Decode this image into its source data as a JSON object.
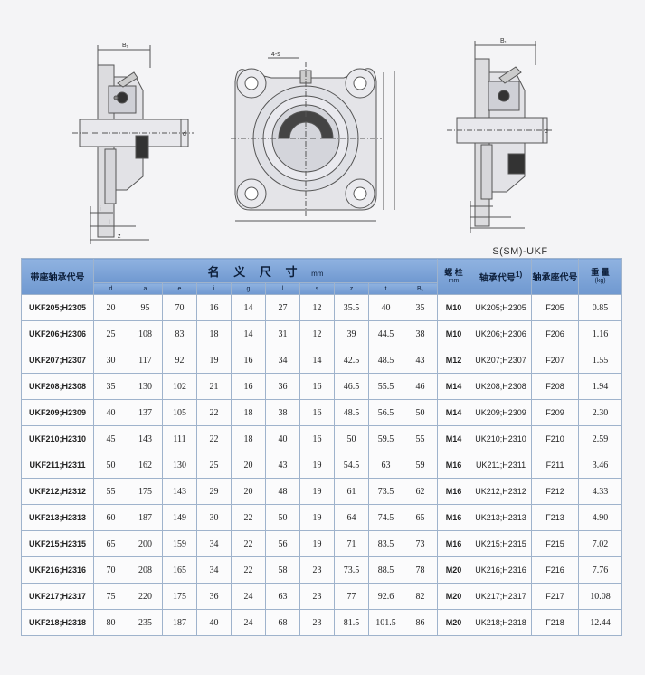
{
  "drawings": {
    "caption": "S(SM)-UKF",
    "labels": {
      "b1": "B₁",
      "hole": "4-s",
      "d": "d",
      "i": "i",
      "l": "l",
      "s_dim": "s",
      "z": "z",
      "g": "g"
    }
  },
  "table": {
    "col_model": "带座轴承代号",
    "dims_title": "名 义 尺 寸",
    "dims_unit": "mm",
    "bolt_title": "螺 栓",
    "bolt_unit": "mm",
    "insert_title": "轴承代号",
    "insert_note": "1)",
    "housing_title": "轴承座代号",
    "weight_title": "重 量",
    "weight_unit": "(kg)",
    "dim_cols": [
      "d",
      "a",
      "e",
      "i",
      "g",
      "l",
      "s",
      "z",
      "t",
      "B₁"
    ],
    "rows": [
      {
        "model": "UKF205;H2305",
        "dims": [
          "20",
          "95",
          "70",
          "16",
          "14",
          "27",
          "12",
          "35.5",
          "40",
          "35"
        ],
        "bolt": "M10",
        "insert": "UK205;H2305",
        "housing": "F205",
        "weight": "0.85"
      },
      {
        "model": "UKF206;H2306",
        "dims": [
          "25",
          "108",
          "83",
          "18",
          "14",
          "31",
          "12",
          "39",
          "44.5",
          "38"
        ],
        "bolt": "M10",
        "insert": "UK206;H2306",
        "housing": "F206",
        "weight": "1.16"
      },
      {
        "model": "UKF207;H2307",
        "dims": [
          "30",
          "117",
          "92",
          "19",
          "16",
          "34",
          "14",
          "42.5",
          "48.5",
          "43"
        ],
        "bolt": "M12",
        "insert": "UK207;H2307",
        "housing": "F207",
        "weight": "1.55"
      },
      {
        "model": "UKF208;H2308",
        "dims": [
          "35",
          "130",
          "102",
          "21",
          "16",
          "36",
          "16",
          "46.5",
          "55.5",
          "46"
        ],
        "bolt": "M14",
        "insert": "UK208;H2308",
        "housing": "F208",
        "weight": "1.94"
      },
      {
        "model": "UKF209;H2309",
        "dims": [
          "40",
          "137",
          "105",
          "22",
          "18",
          "38",
          "16",
          "48.5",
          "56.5",
          "50"
        ],
        "bolt": "M14",
        "insert": "UK209;H2309",
        "housing": "F209",
        "weight": "2.30"
      },
      {
        "model": "UKF210;H2310",
        "dims": [
          "45",
          "143",
          "111",
          "22",
          "18",
          "40",
          "16",
          "50",
          "59.5",
          "55"
        ],
        "bolt": "M14",
        "insert": "UK210;H2310",
        "housing": "F210",
        "weight": "2.59"
      },
      {
        "model": "UKF211;H2311",
        "dims": [
          "50",
          "162",
          "130",
          "25",
          "20",
          "43",
          "19",
          "54.5",
          "63",
          "59"
        ],
        "bolt": "M16",
        "insert": "UK211;H2311",
        "housing": "F211",
        "weight": "3.46"
      },
      {
        "model": "UKF212;H2312",
        "dims": [
          "55",
          "175",
          "143",
          "29",
          "20",
          "48",
          "19",
          "61",
          "73.5",
          "62"
        ],
        "bolt": "M16",
        "insert": "UK212;H2312",
        "housing": "F212",
        "weight": "4.33"
      },
      {
        "model": "UKF213;H2313",
        "dims": [
          "60",
          "187",
          "149",
          "30",
          "22",
          "50",
          "19",
          "64",
          "74.5",
          "65"
        ],
        "bolt": "M16",
        "insert": "UK213;H2313",
        "housing": "F213",
        "weight": "4.90"
      },
      {
        "model": "UKF215;H2315",
        "dims": [
          "65",
          "200",
          "159",
          "34",
          "22",
          "56",
          "19",
          "71",
          "83.5",
          "73"
        ],
        "bolt": "M16",
        "insert": "UK215;H2315",
        "housing": "F215",
        "weight": "7.02"
      },
      {
        "model": "UKF216;H2316",
        "dims": [
          "70",
          "208",
          "165",
          "34",
          "22",
          "58",
          "23",
          "73.5",
          "88.5",
          "78"
        ],
        "bolt": "M20",
        "insert": "UK216;H2316",
        "housing": "F216",
        "weight": "7.76"
      },
      {
        "model": "UKF217;H2317",
        "dims": [
          "75",
          "220",
          "175",
          "36",
          "24",
          "63",
          "23",
          "77",
          "92.6",
          "82"
        ],
        "bolt": "M20",
        "insert": "UK217;H2317",
        "housing": "F217",
        "weight": "10.08"
      },
      {
        "model": "UKF218;H2318",
        "dims": [
          "80",
          "235",
          "187",
          "40",
          "24",
          "68",
          "23",
          "81.5",
          "101.5",
          "86"
        ],
        "bolt": "M20",
        "insert": "UK218;H2318",
        "housing": "F218",
        "weight": "12.44"
      }
    ]
  }
}
